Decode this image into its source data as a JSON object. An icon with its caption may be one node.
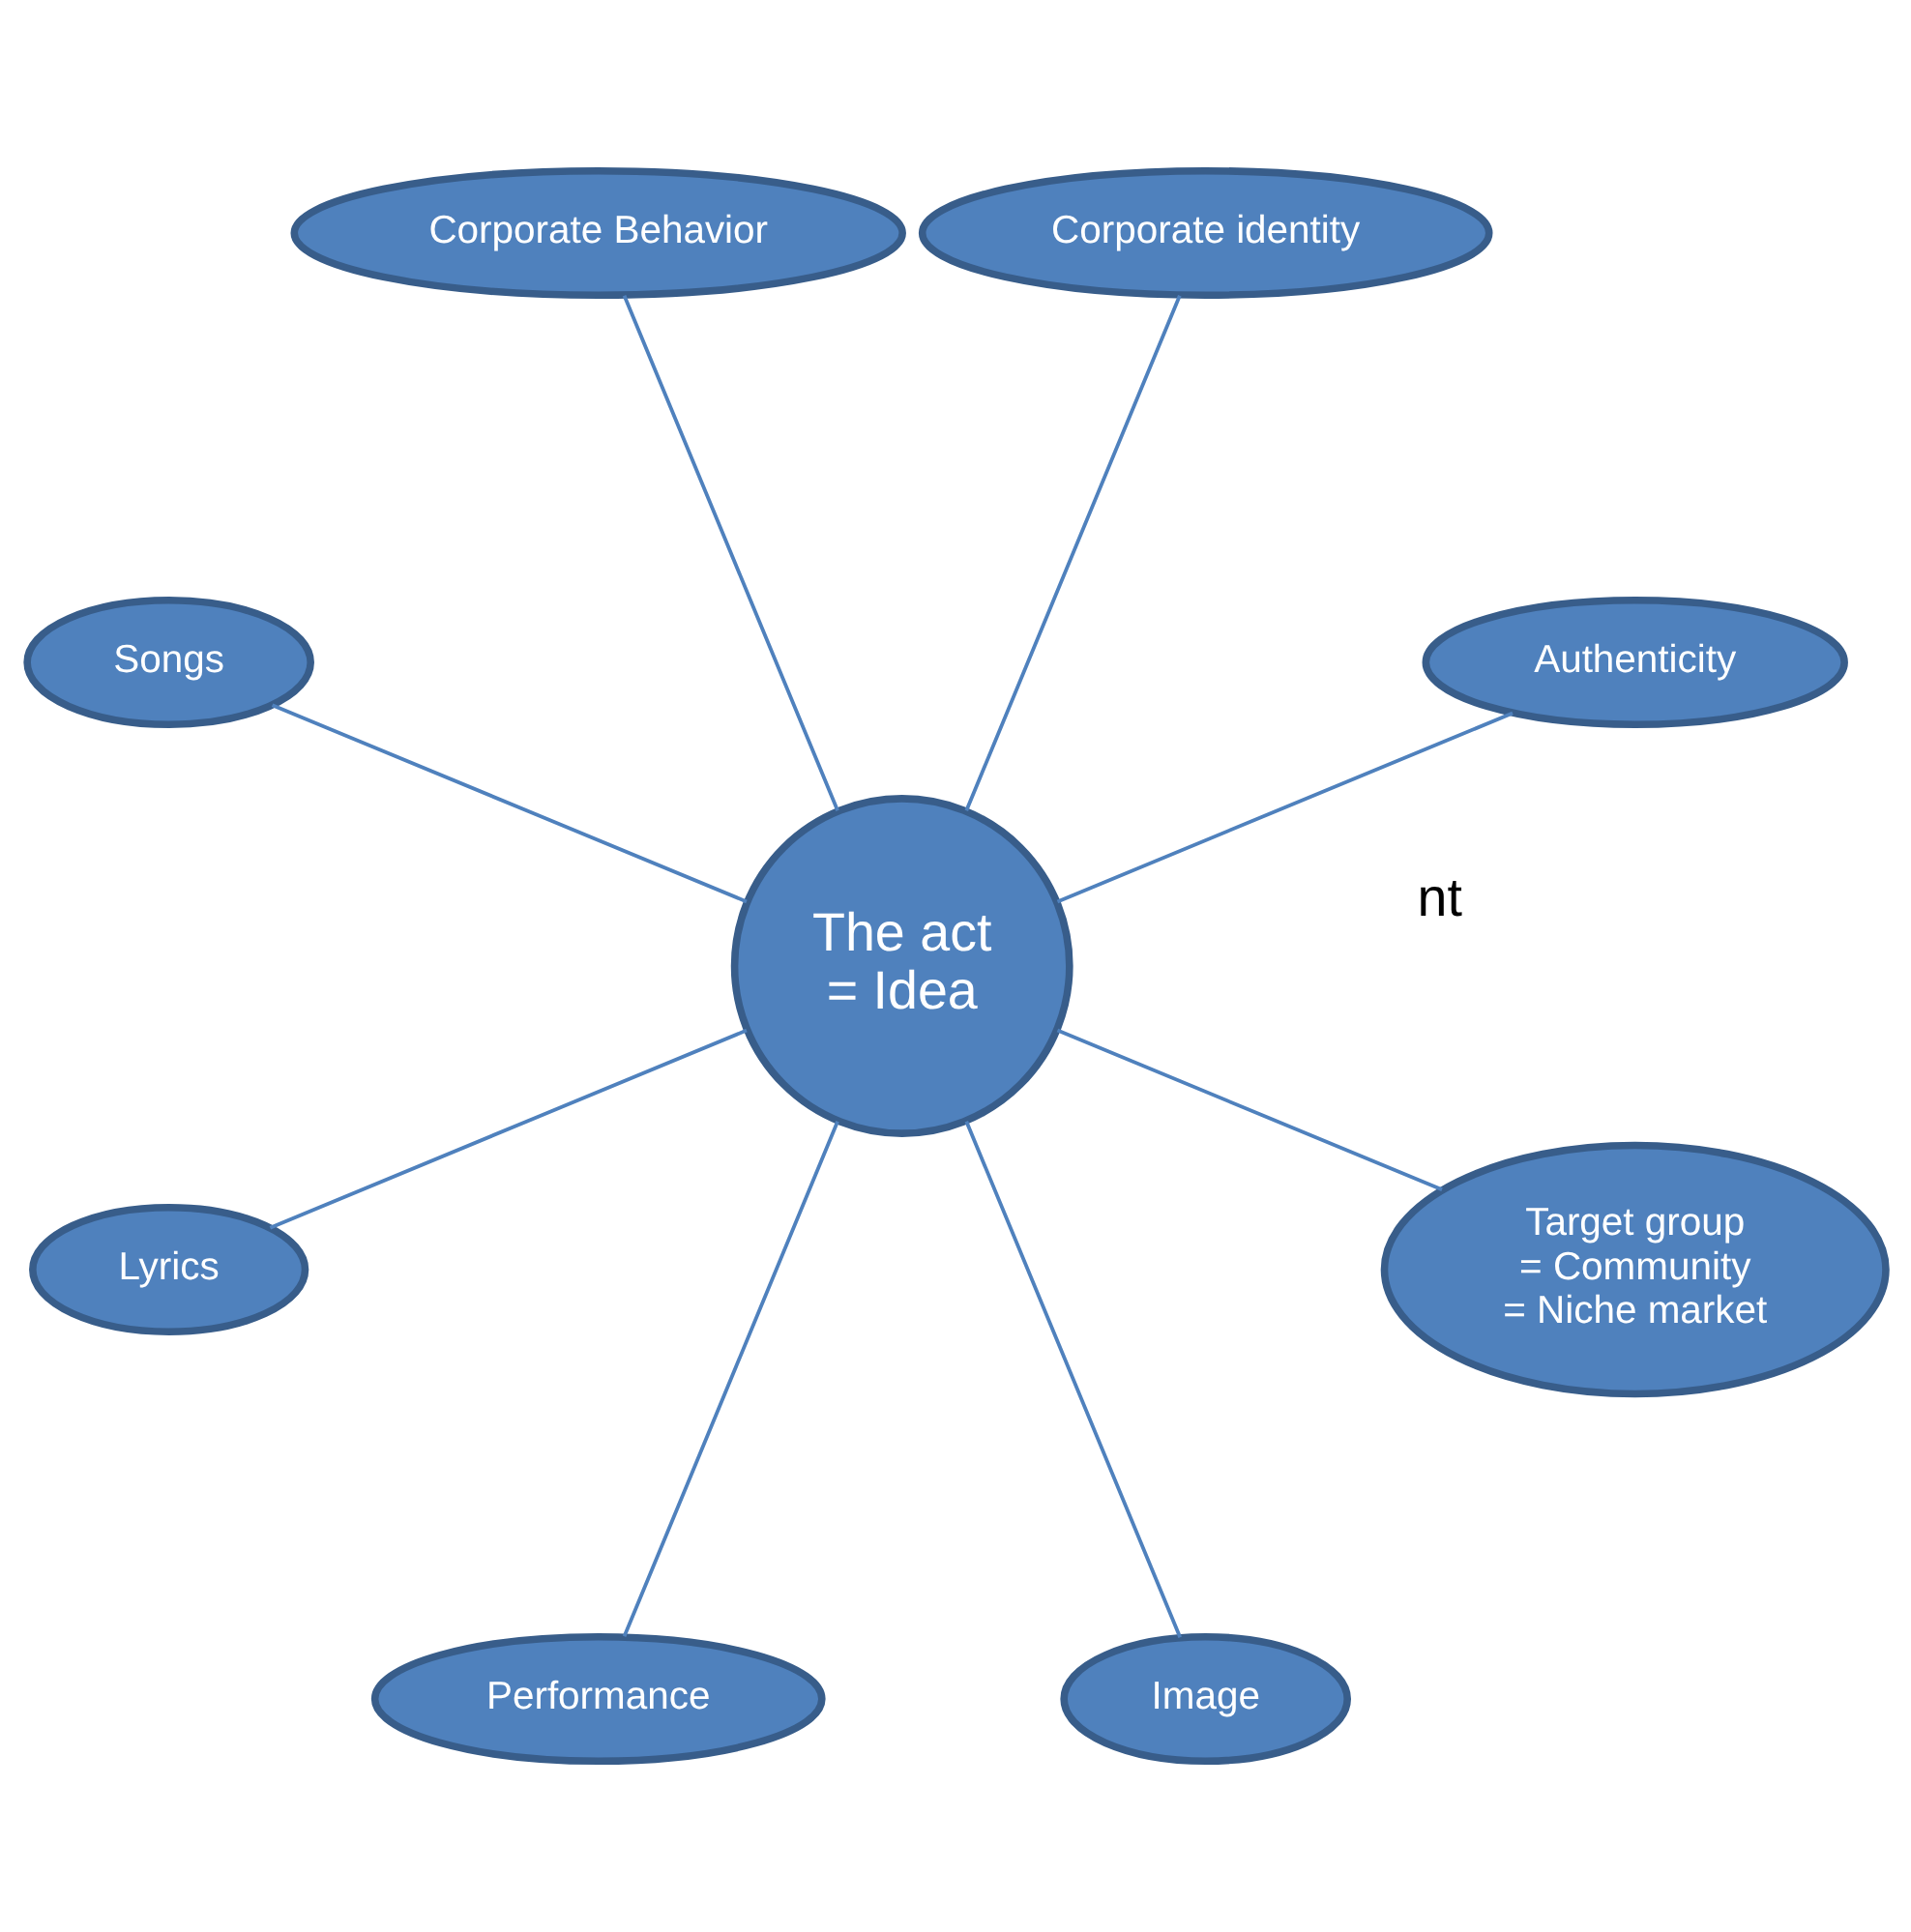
{
  "diagram": {
    "nodes": [
      {
        "text": [
          "Authenticity"
        ]
      },
      {
        "text": [
          "Corporate identity"
        ]
      },
      {
        "text": [
          "Corporate Behavior"
        ]
      },
      {
        "text": [
          "The act = Idea"
        ]
      },
      {
        "text": [
          "Songs"
        ]
      },
      {
        "text": [
          "Lyrics"
        ]
      },
      {
        "text": [
          "Performance"
        ]
      },
      {
        "text": [
          "Image"
        ]
      },
      {
        "text": [
          "Target group = Community = Niche market"
        ]
      }
    ],
    "edges": [
      {
        "from": 3,
        "to": 0,
        "arrow": "none"
      },
      {
        "from": 3,
        "to": 2,
        "arrow": "none"
      },
      {
        "from": 3,
        "to": 5,
        "arrow": "none"
      },
      {
        "from": 3,
        "to": 7,
        "arrow": "none"
      },
      {
        "from": 3,
        "to": 8,
        "arrow": "none"
      },
      {
        "from": 3,
        "to": 6,
        "arrow": "none"
      },
      {
        "from": 3,
        "to": 4,
        "arrow": "none"
      },
      {
        "from": 3,
        "to": 1,
        "arrow": "none"
      }
    ],
    "labels": [
      "nt"
    ]
  }
}
